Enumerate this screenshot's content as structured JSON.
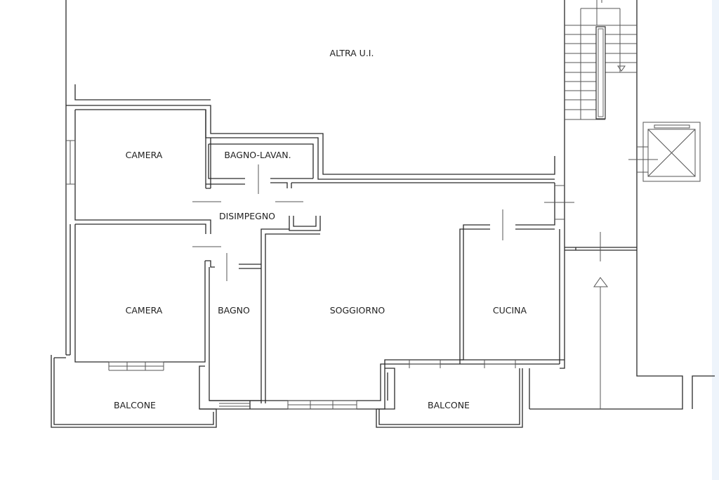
{
  "plan": {
    "rooms": {
      "altra_ui": "ALTRA U.I.",
      "camera_top": "CAMERA",
      "bagno_lavan": "BAGNO-LAVAN.",
      "disimpegno": "DISIMPEGNO",
      "camera_bottom": "CAMERA",
      "bagno": "BAGNO",
      "soggiorno": "SOGGIORNO",
      "cucina": "CUCINA",
      "balcone_left": "BALCONE",
      "balcone_right": "BALCONE"
    },
    "line_color": "#2a2a2a"
  }
}
